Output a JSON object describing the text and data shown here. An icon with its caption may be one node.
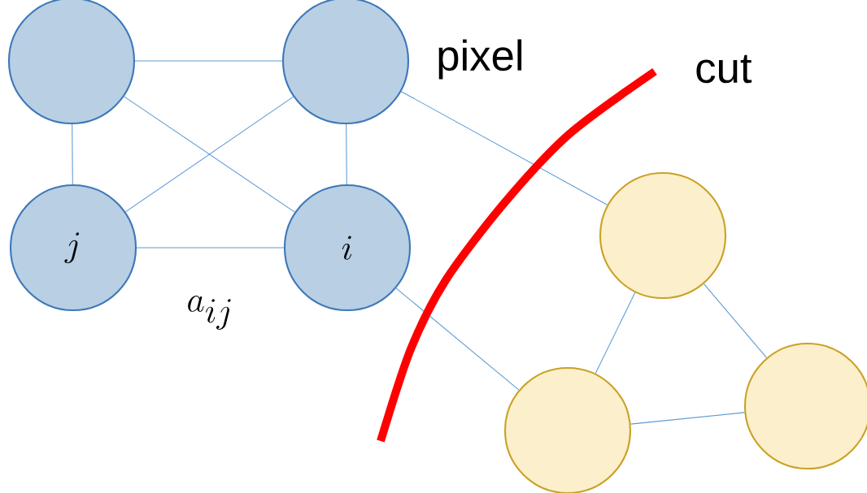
{
  "diagram": {
    "nodes": [
      {
        "text": [],
        "shape": "circle"
      },
      {
        "text": [],
        "shape": "circle",
        "beside": [
          "pixel"
        ]
      },
      {
        "text": [
          "j"
        ]
      },
      {
        "text": [
          "i"
        ]
      },
      {
        "text": [],
        "shape": "circle"
      },
      {
        "text": [],
        "shape": "circle"
      },
      {
        "text": [],
        "shape": "circle"
      }
    ],
    "edges": [
      {
        "from": 0,
        "to": 1,
        "arrow": "none"
      },
      {
        "from": 0,
        "to": 2,
        "arrow": "none"
      },
      {
        "from": 0,
        "to": 3,
        "arrow": "none"
      },
      {
        "from": 1,
        "to": 2,
        "arrow": "none"
      },
      {
        "from": 1,
        "to": 3,
        "arrow": "none"
      },
      {
        "from": 2,
        "to": 3,
        "arrow": "none",
        "label": "a_{i j}"
      },
      {
        "from": 1,
        "to": 4,
        "arrow": "none"
      },
      {
        "from": 3,
        "to": 5,
        "arrow": "none"
      },
      {
        "from": 4,
        "to": 5,
        "arrow": "none"
      },
      {
        "from": 4,
        "to": 6,
        "arrow": "none"
      },
      {
        "from": 5,
        "to": 6,
        "arrow": "none"
      }
    ],
    "labels": [
      "cut"
    ]
  }
}
